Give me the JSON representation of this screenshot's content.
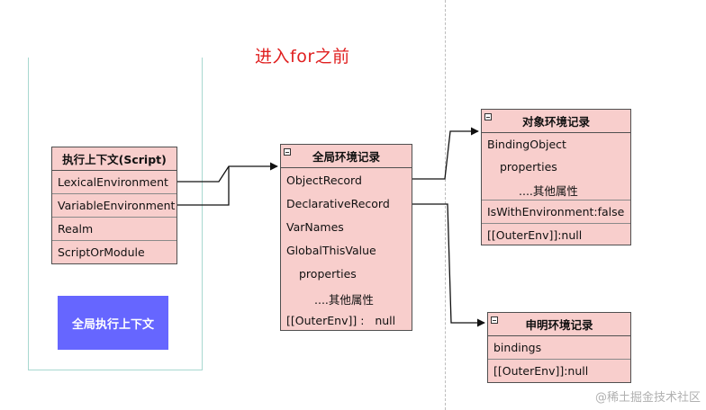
{
  "title": "进入for之前",
  "watermark": "@稀土掘金技术社区",
  "context_tag": "全局执行上下文",
  "exec_context": {
    "header": "执行上下文(Script)",
    "rows": [
      "LexicalEnvironment",
      "VariableEnvironment",
      "Realm",
      "ScriptOrModule"
    ]
  },
  "global_env": {
    "header": "全局环境记录",
    "rows": [
      "ObjectRecord",
      "DeclarativeRecord",
      "VarNames",
      "GlobalThisValue",
      "properties",
      "....其他属性",
      "[[OuterEnv]] :   null"
    ]
  },
  "object_env": {
    "header": "对象环境记录",
    "rows": [
      "BindingObject",
      "properties",
      "....其他属性",
      "IsWithEnvironment:false",
      "[[OuterEnv]]:null"
    ]
  },
  "declarative_env": {
    "header": "申明环境记录",
    "rows": [
      "bindings",
      "[[OuterEnv]]:null"
    ]
  },
  "colors": {
    "box_fill": "#f8cecc",
    "box_border": "#505050",
    "title_red": "#e02020",
    "tag_blue": "#6666ff",
    "stack_line": "#a8d8d0"
  }
}
